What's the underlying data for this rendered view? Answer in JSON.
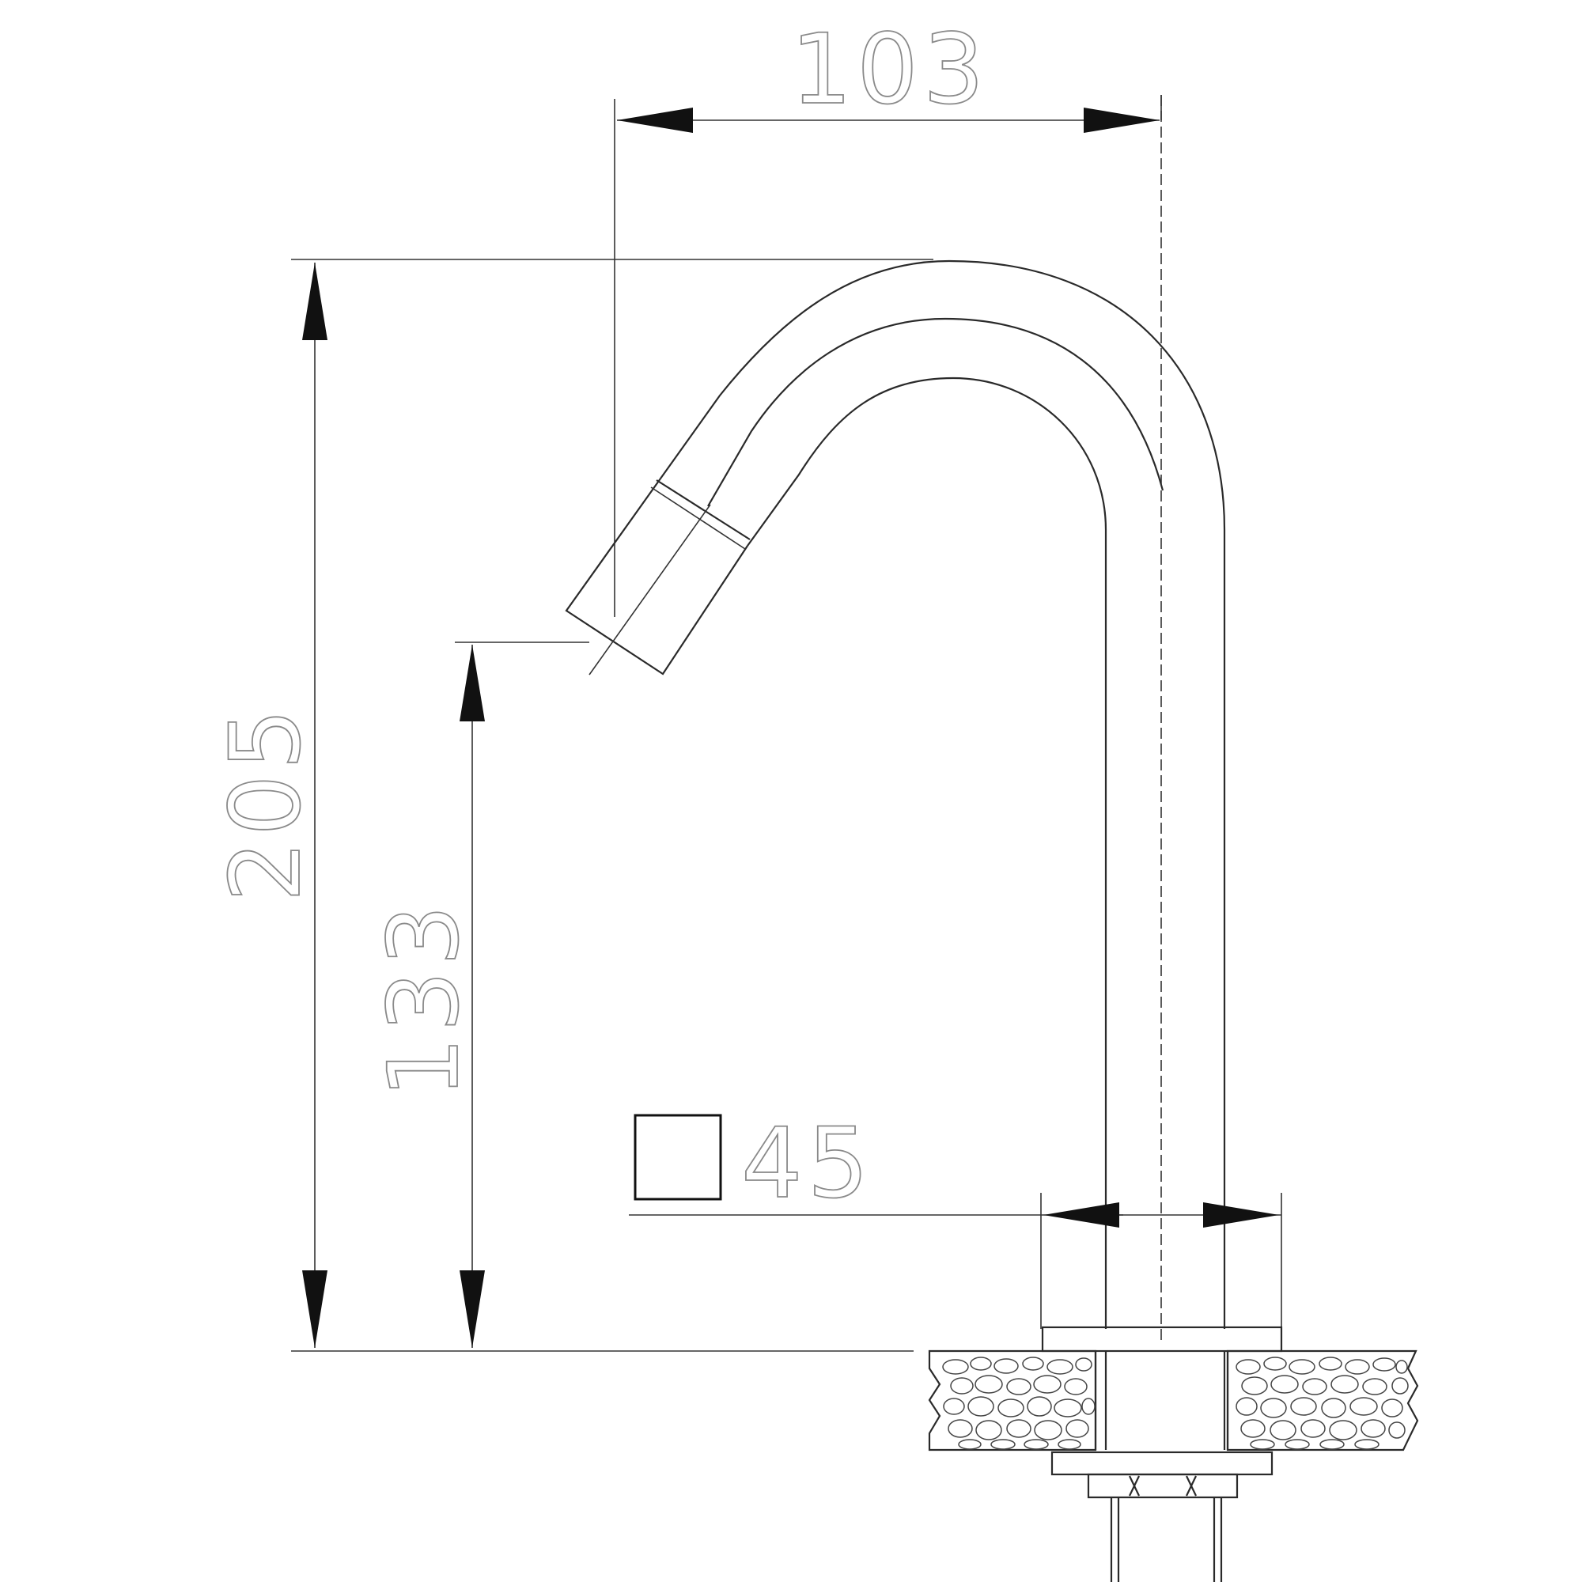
{
  "drawing": {
    "dimensions": {
      "spout_reach": "103",
      "overall_height": "205",
      "outlet_height": "133",
      "body_width": "45"
    },
    "symbols": {
      "square_section": "square-section-symbol"
    }
  }
}
